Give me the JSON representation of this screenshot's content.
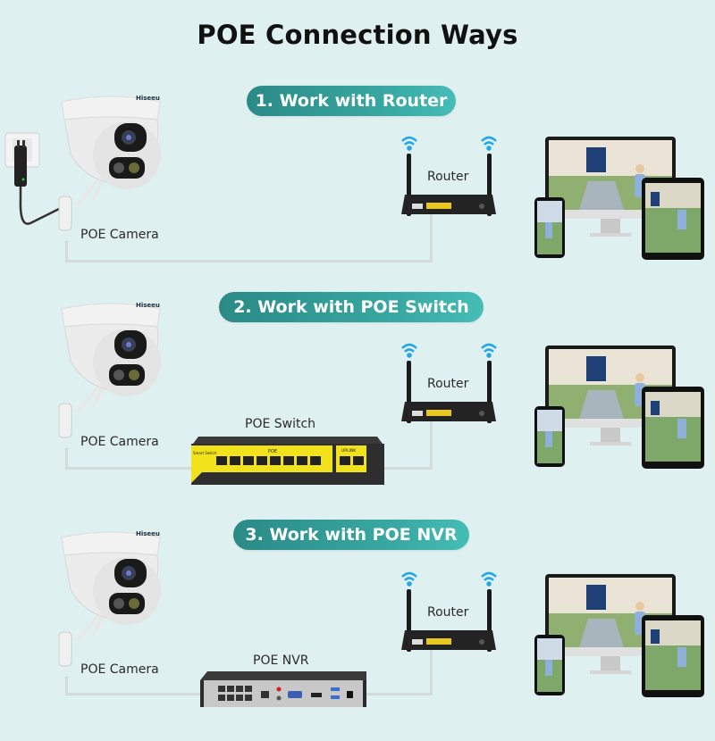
{
  "title": "POE Connection Ways",
  "colors": {
    "background": "#dff0f0",
    "pill_start": "#2a8a86",
    "pill_end": "#45bdb6",
    "wifi": "#1fa8e6",
    "switch_yellow": "#f2e21c"
  },
  "sections": [
    {
      "heading": "1. Work with Router",
      "camera_label": "POE Camera",
      "router_label": "Router",
      "device_label": "",
      "camera_brand": "Hiseeu",
      "has_power_adapter": true
    },
    {
      "heading": "2. Work with POE Switch",
      "camera_label": "POE Camera",
      "router_label": "Router",
      "device_label": "POE Switch",
      "camera_brand": "Hiseeu",
      "switch_texts": {
        "poe": "POE",
        "uplink": "UPLINK",
        "brand": "Smart Switch"
      },
      "has_power_adapter": false
    },
    {
      "heading": "3. Work with POE NVR",
      "camera_label": "POE Camera",
      "router_label": "Router",
      "device_label": "POE NVR",
      "camera_brand": "Hiseeu",
      "has_power_adapter": false
    }
  ],
  "icons": {
    "camera": "dome-camera-icon",
    "router": "wifi-router-icon",
    "wifi": "wifi-signal-icon",
    "switch": "poe-switch-icon",
    "nvr": "nvr-recorder-icon",
    "screens": "monitor-tablet-phone-icon",
    "adapter": "power-adapter-icon"
  }
}
